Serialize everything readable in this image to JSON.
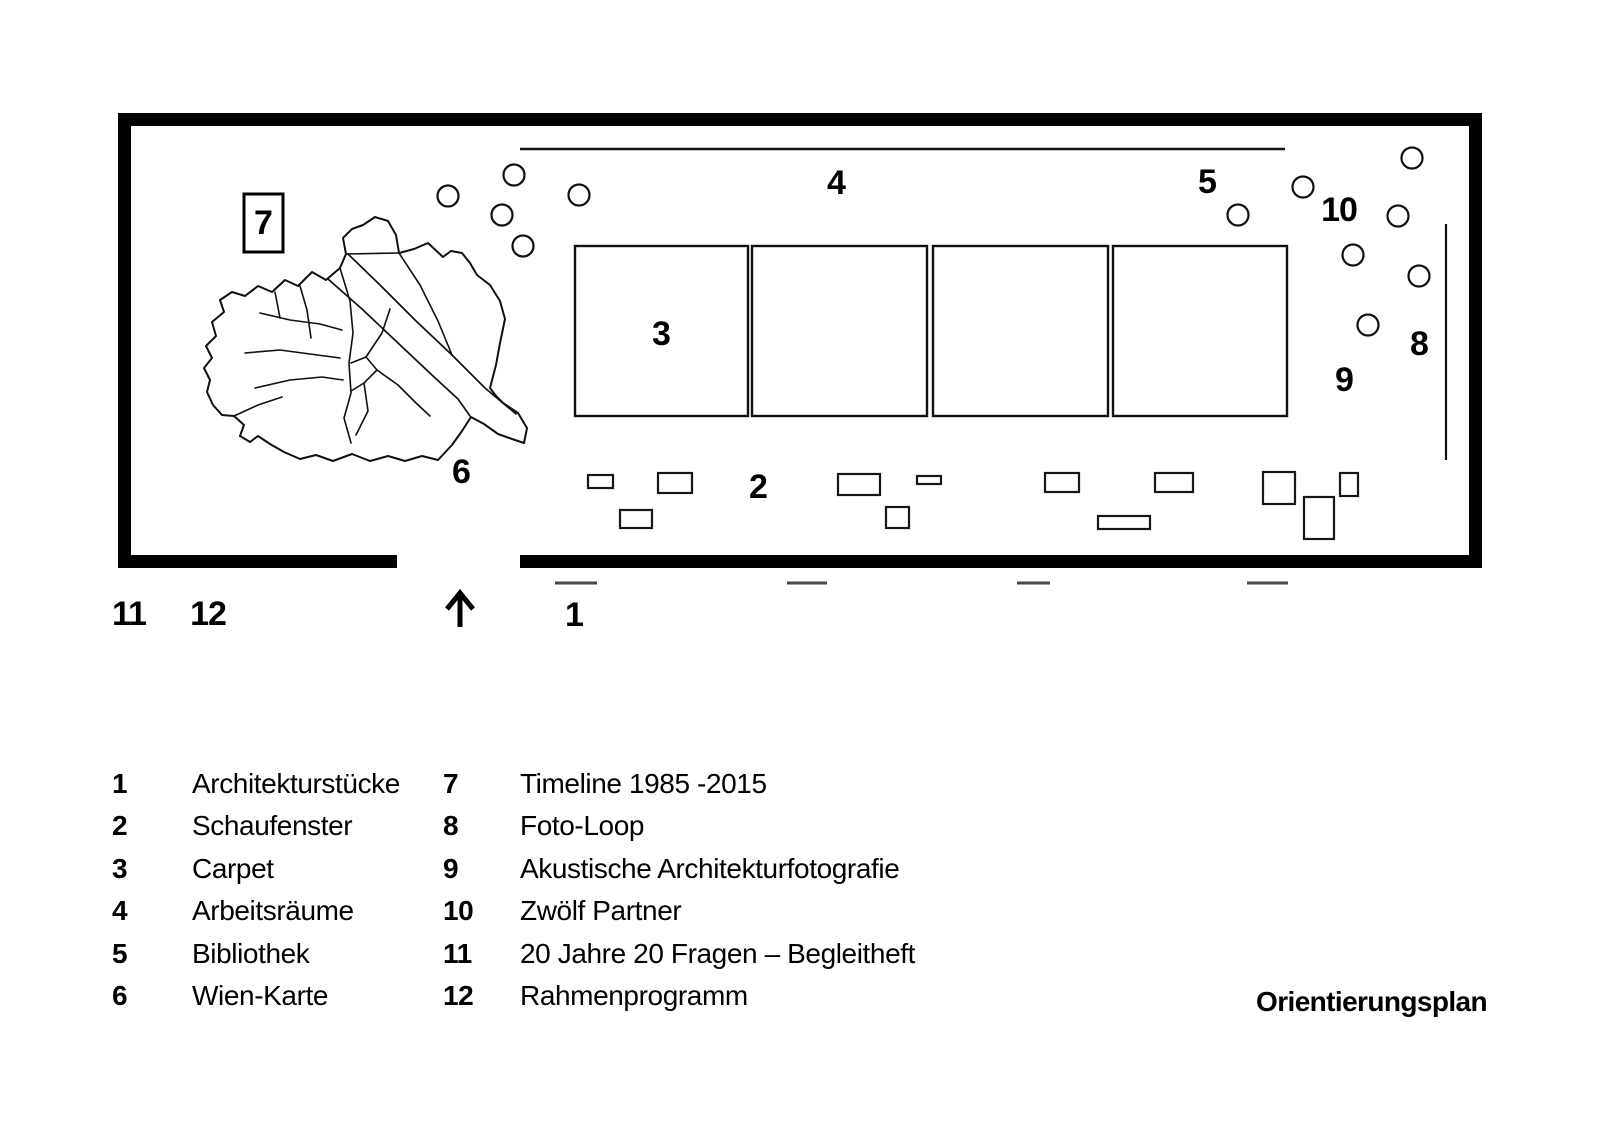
{
  "title": "Orientierungsplan",
  "colors": {
    "ink": "#000000",
    "tick": "#4a4a4a",
    "background": "#ffffff"
  },
  "plan": {
    "marker_labels": {
      "n1": "1",
      "n2": "2",
      "n3": "3",
      "n4": "4",
      "n5": "5",
      "n6": "6",
      "n7": "7",
      "n8": "8",
      "n9": "9",
      "n10": "10",
      "n11": "11",
      "n12": "12"
    }
  },
  "legend": {
    "items": [
      {
        "num": "1",
        "label": "Architekturstücke"
      },
      {
        "num": "2",
        "label": "Schaufenster"
      },
      {
        "num": "3",
        "label": "Carpet"
      },
      {
        "num": "4",
        "label": "Arbeitsräume"
      },
      {
        "num": "5",
        "label": "Bibliothek"
      },
      {
        "num": "6",
        "label": "Wien-Karte"
      },
      {
        "num": "7",
        "label": "Timeline 1985 -2015"
      },
      {
        "num": "8",
        "label": "Foto-Loop"
      },
      {
        "num": "9",
        "label": "Akustische Architekturfotografie"
      },
      {
        "num": "10",
        "label": "Zwölf Partner"
      },
      {
        "num": "11",
        "label": "20 Jahre 20 Fragen – Begleitheft"
      },
      {
        "num": "12",
        "label": "Rahmenprogramm"
      }
    ]
  }
}
